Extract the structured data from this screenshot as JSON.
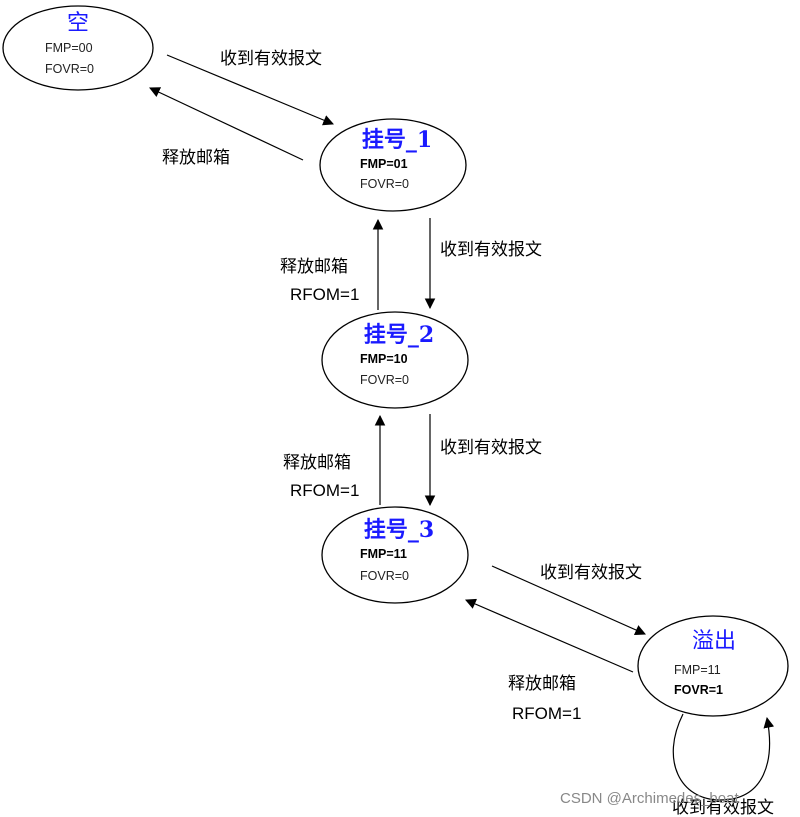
{
  "states": {
    "empty": {
      "title": "空",
      "fmp": "FMP=00",
      "fovr": "FOVR=0"
    },
    "pending1": {
      "title": "挂号_1",
      "fmp": "FMP=01",
      "fovr": "FOVR=0"
    },
    "pending2": {
      "title": "挂号_2",
      "fmp": "FMP=10",
      "fovr": "FOVR=0"
    },
    "pending3": {
      "title": "挂号_3",
      "fmp": "FMP=11",
      "fovr": "FOVR=0"
    },
    "overflow": {
      "title": "溢出",
      "fmp": "FMP=11",
      "fovr": "FOVR=1"
    }
  },
  "edges": {
    "receive_label": "收到有效报文",
    "release_label": "释放邮箱",
    "rfom_label": "RFOM=1"
  },
  "watermark": "CSDN @Archimedes_boat",
  "colors": {
    "title": "#1a1aff",
    "line": "#000000"
  }
}
